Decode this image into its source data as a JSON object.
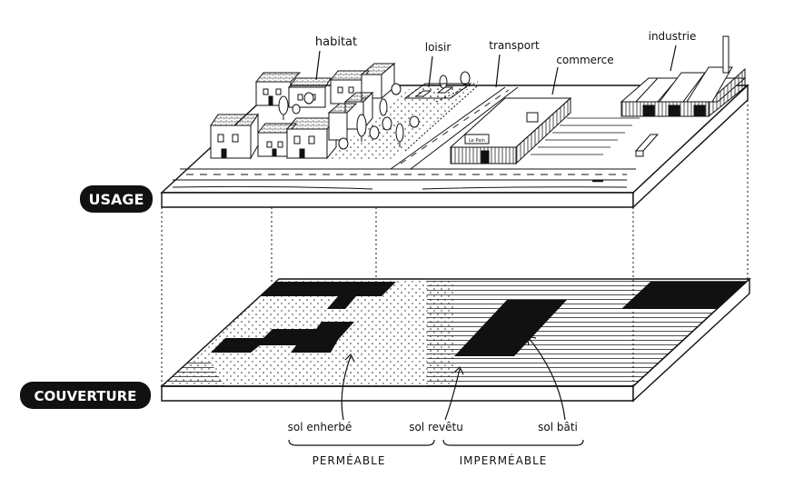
{
  "diagram": {
    "layers": {
      "usage": {
        "label": "USAGE"
      },
      "couverture": {
        "label": "COUVERTURE"
      }
    },
    "usage_labels": {
      "habitat": "habitat",
      "loisir": "loisir",
      "transport": "transport",
      "commerce": "commerce",
      "industrie": "industrie"
    },
    "cover_labels": {
      "sol_enherbe": "sol enherbé",
      "sol_revetu": "sol revêtu",
      "sol_bati": "sol bâti"
    },
    "groups": {
      "permeable": "PERMÉABLE",
      "impermeable": "IMPERMÉABLE"
    },
    "shop_sign": "Le Pain"
  }
}
